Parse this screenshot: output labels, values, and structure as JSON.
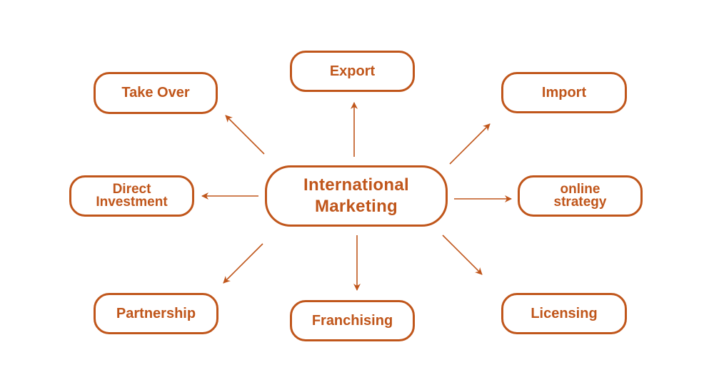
{
  "diagram": {
    "accent_color": "#c0561b",
    "center": {
      "label": "International\nMarketing"
    },
    "nodes": {
      "export": "Export",
      "take_over": "Take Over",
      "import": "Import",
      "direct_investment": "Direct\nInvestment",
      "online_strategy": "online\nstrategy",
      "partnership": "Partnership",
      "franchising": "Franchising",
      "licensing": "Licensing"
    }
  }
}
